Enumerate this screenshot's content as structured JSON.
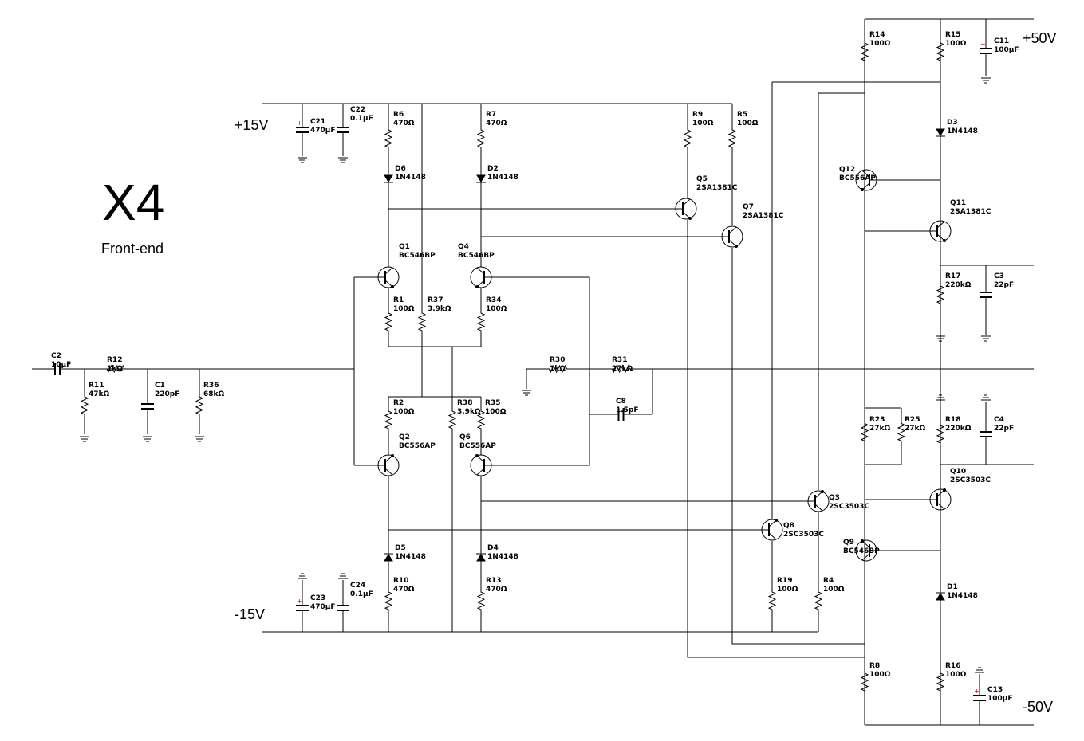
{
  "title": "X4",
  "subtitle": "Front-end",
  "rails": [
    "+15V",
    "-15V",
    "+50V",
    "-50V"
  ],
  "components": [
    {
      "ref": "C2",
      "value": "10µF"
    },
    {
      "ref": "R12",
      "value": "1kΩ"
    },
    {
      "ref": "R11",
      "value": "47kΩ"
    },
    {
      "ref": "C1",
      "value": "220pF"
    },
    {
      "ref": "R36",
      "value": "68kΩ"
    },
    {
      "ref": "C21",
      "value": "470µF"
    },
    {
      "ref": "C22",
      "value": "0.1µF"
    },
    {
      "ref": "C23",
      "value": "470µF"
    },
    {
      "ref": "C24",
      "value": "0.1µF"
    },
    {
      "ref": "R6",
      "value": "470Ω"
    },
    {
      "ref": "R7",
      "value": "470Ω"
    },
    {
      "ref": "D6",
      "value": "1N4148"
    },
    {
      "ref": "D2",
      "value": "1N4148"
    },
    {
      "ref": "Q1",
      "value": "BC546BP"
    },
    {
      "ref": "Q4",
      "value": "BC546BP"
    },
    {
      "ref": "R1",
      "value": "100Ω"
    },
    {
      "ref": "R37",
      "value": "3.9kΩ"
    },
    {
      "ref": "R34",
      "value": "100Ω"
    },
    {
      "ref": "R2",
      "value": "100Ω"
    },
    {
      "ref": "R38",
      "value": "3.9kΩ"
    },
    {
      "ref": "R35",
      "value": "100Ω"
    },
    {
      "ref": "Q2",
      "value": "BC556AP"
    },
    {
      "ref": "Q6",
      "value": "BC556AP"
    },
    {
      "ref": "D5",
      "value": "1N4148"
    },
    {
      "ref": "D4",
      "value": "1N4148"
    },
    {
      "ref": "R10",
      "value": "470Ω"
    },
    {
      "ref": "R13",
      "value": "470Ω"
    },
    {
      "ref": "R30",
      "value": "1kΩ"
    },
    {
      "ref": "R31",
      "value": "27kΩ"
    },
    {
      "ref": "C8",
      "value": "1.5pF"
    },
    {
      "ref": "R9",
      "value": "100Ω"
    },
    {
      "ref": "R5",
      "value": "100Ω"
    },
    {
      "ref": "Q5",
      "value": "2SA1381C"
    },
    {
      "ref": "Q7",
      "value": "2SA1381C"
    },
    {
      "ref": "Q3",
      "value": "2SC3503C"
    },
    {
      "ref": "Q8",
      "value": "2SC3503C"
    },
    {
      "ref": "R19",
      "value": "100Ω"
    },
    {
      "ref": "R4",
      "value": "100Ω"
    },
    {
      "ref": "R14",
      "value": "100Ω"
    },
    {
      "ref": "R15",
      "value": "100Ω"
    },
    {
      "ref": "C11",
      "value": "100µF"
    },
    {
      "ref": "D3",
      "value": "1N4148"
    },
    {
      "ref": "Q12",
      "value": "BC556AP"
    },
    {
      "ref": "Q11",
      "value": "2SA1381C"
    },
    {
      "ref": "R17",
      "value": "220kΩ"
    },
    {
      "ref": "C3",
      "value": "22pF"
    },
    {
      "ref": "R23",
      "value": "27kΩ"
    },
    {
      "ref": "R25",
      "value": "27kΩ"
    },
    {
      "ref": "R18",
      "value": "220kΩ"
    },
    {
      "ref": "C4",
      "value": "22pF"
    },
    {
      "ref": "Q10",
      "value": "2SC3503C"
    },
    {
      "ref": "Q9",
      "value": "BC546BP"
    },
    {
      "ref": "D1",
      "value": "1N4148"
    },
    {
      "ref": "R8",
      "value": "100Ω"
    },
    {
      "ref": "R16",
      "value": "100Ω"
    },
    {
      "ref": "C13",
      "value": "100µF"
    }
  ],
  "polarity_mark": "+",
  "colors": {
    "line": "#000000",
    "polarity": "#cc0000",
    "background": "#ffffff"
  }
}
